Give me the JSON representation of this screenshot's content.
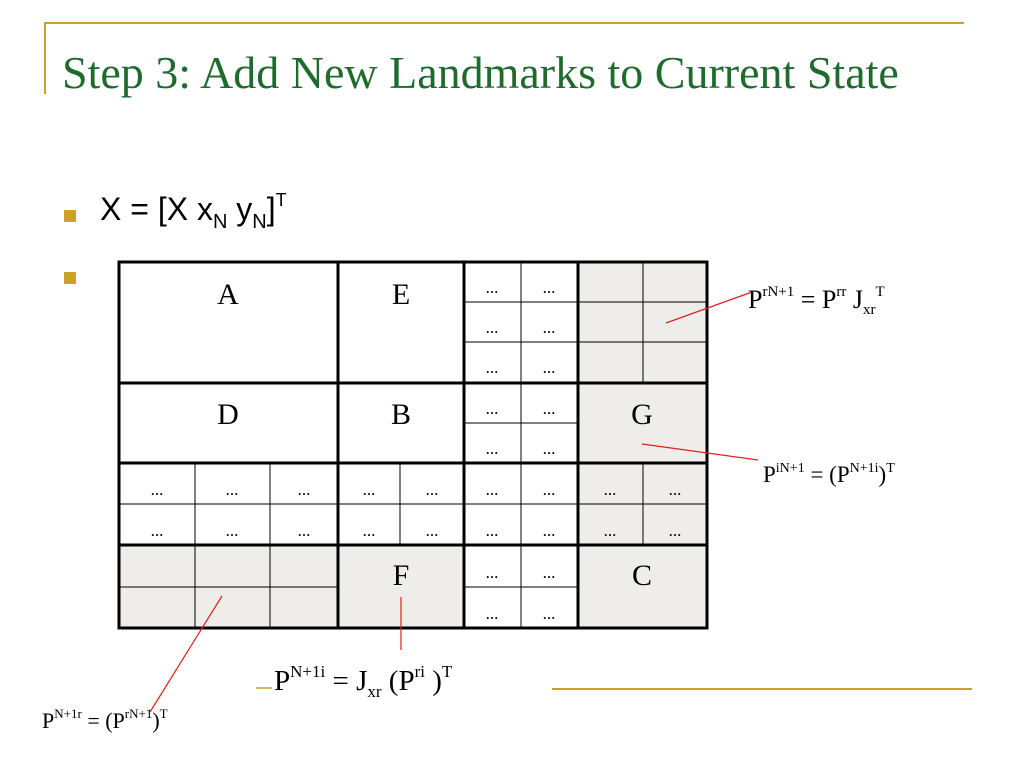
{
  "slide": {
    "title": "Step 3: Add New Landmarks to Current State",
    "colors": {
      "title": "#1f6b2e",
      "accent": "#c9a227",
      "leader": "#e02020",
      "shade": "#eeedea"
    }
  },
  "bullet1": {
    "x": "X",
    "eq": " = [X x",
    "n1": "N",
    "y": " y",
    "n2": "N",
    "close": "]",
    "t": "T"
  },
  "diagram": {
    "blocks": {
      "a": "A",
      "e": "E",
      "d": "D",
      "b": "B",
      "g": "G",
      "f": "F",
      "c": "C"
    },
    "ellipsis": "...",
    "eq_rn": {
      "p": "P",
      "sup": "rN+1",
      "rest": " = P",
      "sup2": "rr",
      "j": " J",
      "sub": "xr",
      "sup3": "T"
    },
    "eq_in": {
      "p": "P",
      "sup": "iN+1",
      "rest": " = (P",
      "sup2": "N+1i",
      "close": ")",
      "sup3": "T"
    },
    "eq_ni": {
      "p": "P",
      "sup": "N+1i",
      "rest": " = J",
      "sub": "xr",
      "open": " (P",
      "sup2": "ri",
      "close": " )",
      "sup3": "T"
    },
    "eq_nr": {
      "p": "P",
      "sup": "N+1r",
      "rest": " = (P",
      "sup2": "rN+1",
      "close": ")",
      "sup3": "T"
    }
  }
}
